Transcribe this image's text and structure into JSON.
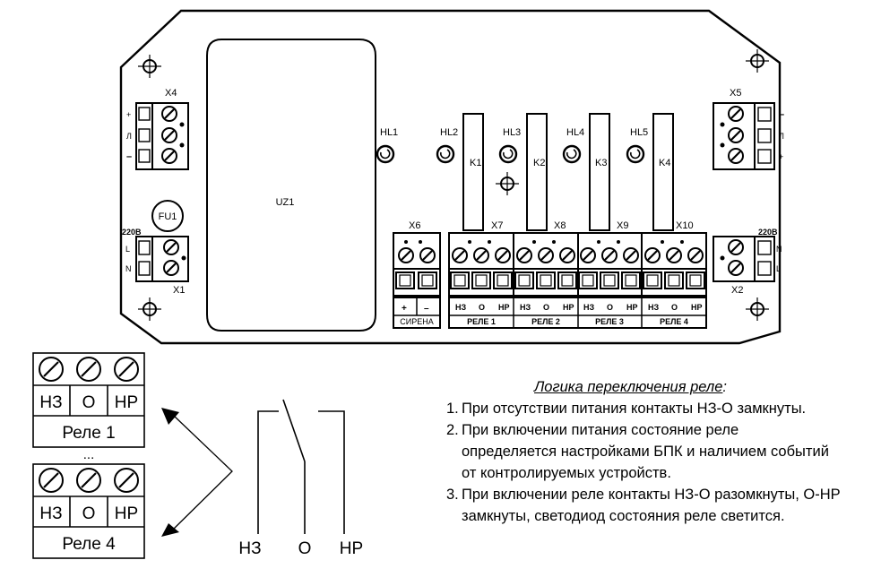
{
  "board": {
    "uz": "UZ1",
    "fuse": "FU1",
    "voltage_left": "220В",
    "voltage_right": "220В",
    "connectors": {
      "x1": "X1",
      "x2": "X2",
      "x4": "X4",
      "x5": "X5",
      "x6": "X6",
      "x7": "X7",
      "x8": "X8",
      "x9": "X9",
      "x10": "X10"
    },
    "x4_pins": [
      "+",
      "Л",
      "–"
    ],
    "x5_pins": [
      "–",
      "Л",
      "+"
    ],
    "x1_pins": [
      "L",
      "N"
    ],
    "x2_pins": [
      "N",
      "L"
    ],
    "leds": [
      "HL1",
      "HL2",
      "HL3",
      "HL4",
      "HL5"
    ],
    "relays": [
      "K1",
      "K2",
      "K3",
      "K4"
    ],
    "siren_pins": [
      "+",
      "–"
    ],
    "siren_label": "СИРЕНА",
    "relay_contacts": [
      "НЗ",
      "О",
      "НР"
    ],
    "relay_groups": [
      "РЕЛЕ 1",
      "РЕЛЕ 2",
      "РЕЛЕ 3",
      "РЕЛЕ 4"
    ]
  },
  "terminal_detail": {
    "contacts": [
      "НЗ",
      "О",
      "НР"
    ],
    "relay_top": "Реле 1",
    "ellipsis": "...",
    "relay_bottom": "Реле 4"
  },
  "switch_diagram": {
    "labels": [
      "НЗ",
      "О",
      "НР"
    ]
  },
  "notes": {
    "title": "Логика переключения реле",
    "title_suffix": ":",
    "items": [
      {
        "num": "1.",
        "text": "При отсутствии питания  контакты НЗ-О замкнуты."
      },
      {
        "num": "2.",
        "text": "При включении питания состояние реле определяется настройками БПК и наличием событий от контролируемых устройств."
      },
      {
        "num": "3.",
        "text": "При включении реле контакты НЗ-О разомкнуты, О-НР замкнуты, светодиод состояния реле светится."
      }
    ]
  }
}
